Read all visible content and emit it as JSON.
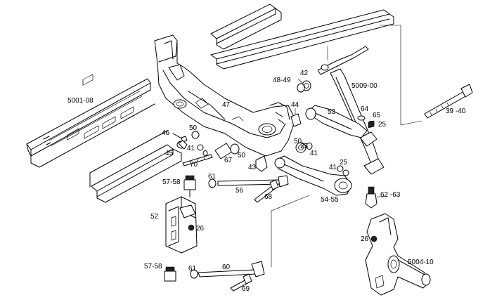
{
  "labels": {
    "frame_rail": "5001-08",
    "crossmember": "47",
    "tie_rod": "5009-00",
    "bushing_42": "42",
    "washer_48_49": "48-49",
    "bolt_39_40": "39 -40",
    "bumper_44": "44",
    "upper_arm": "53",
    "washer_64": "64",
    "nut_65": "65",
    "nut_25_a": "25",
    "stud_46": "46",
    "nut_50_a": "50",
    "nut_41_a": "41",
    "bolt_45": "45",
    "washer_70": "70",
    "sleeve_67": "67",
    "nut_50_b": "50",
    "bump_stop_43": "43",
    "nut_50_c": "50",
    "nut_25_b": "25",
    "nut_41_b": "41",
    "nut_41_c": "41",
    "nut_25_c": "25",
    "ball_joint_57_58_a": "57-58",
    "nut_61_a": "61",
    "strut_56": "56",
    "bolt_68": "68",
    "lower_arm": "54-55",
    "ball_joint_62_63": "62 -63",
    "bracket_52": "52",
    "nut_26_a": "26",
    "nut_26_b": "26",
    "knuckle": "5004-10",
    "ball_joint_57_58_b": "57-58",
    "nut_61_b": "61",
    "link_60": "60",
    "bolt_69": "69"
  }
}
